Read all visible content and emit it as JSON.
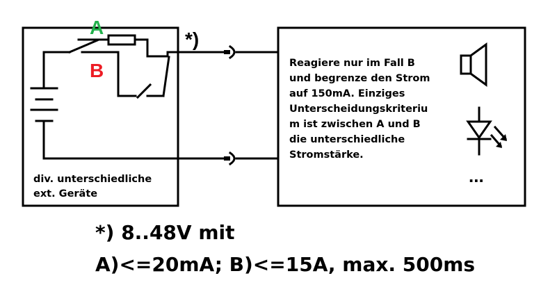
{
  "labels": {
    "switch_a": "A",
    "switch_b": "B",
    "asterisk": "*)",
    "left_box_line1": "div. unterschiedliche",
    "left_box_line2": "ext. Geräte",
    "right_box_lines": [
      "Reagiere nur im Fall B",
      "und begrenze den Strom",
      "auf 150mA. Einziges",
      "Unterscheidungskriteriu",
      "m ist zwischen A und B",
      "die unterschiedliche",
      "Stromstärke."
    ],
    "ellipsis": "...",
    "footnote_line1": "*) 8..48V mit",
    "footnote_line2": "A)<=20mA; B)<=15A, max. 500ms"
  },
  "colors": {
    "label_a": "#22b14c",
    "label_b": "#ed1c24",
    "line": "#000000"
  },
  "icons": [
    "battery-icon",
    "switch-icon",
    "resistor-icon",
    "speaker-icon",
    "led-icon"
  ]
}
